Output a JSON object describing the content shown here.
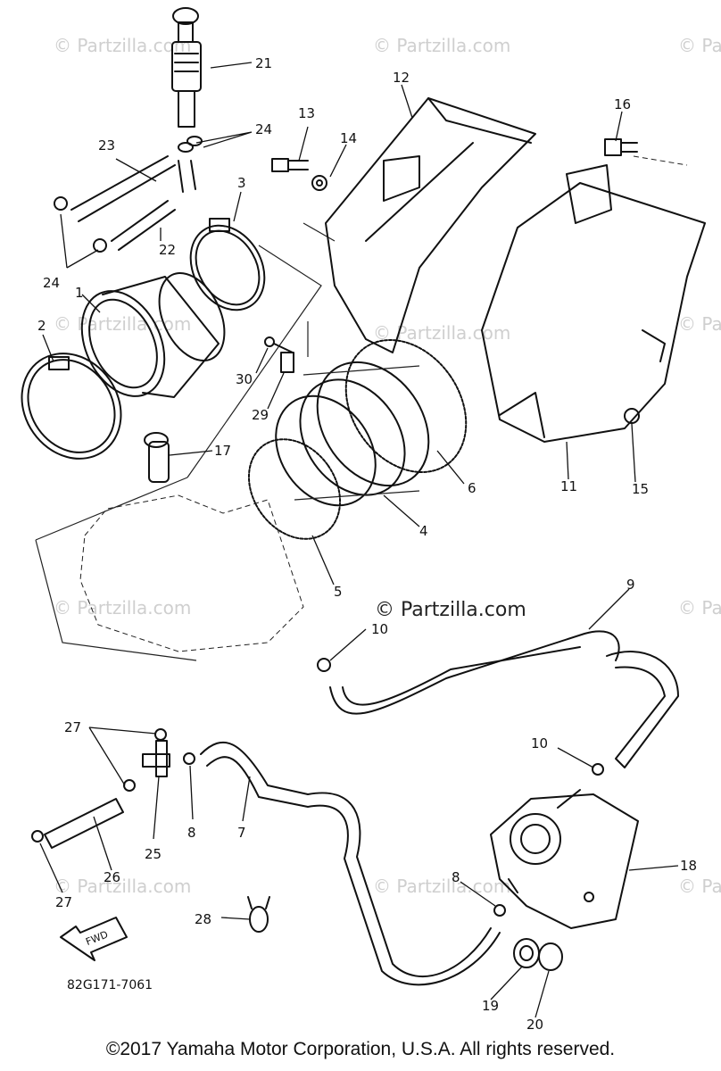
{
  "diagram": {
    "code": "82G171-7061",
    "fwd_label": "FWD",
    "watermark": "© Partzilla.com",
    "watermark_center": "© Partzilla.com",
    "callouts": [
      "21",
      "24",
      "23",
      "22",
      "24",
      "3",
      "1",
      "2",
      "13",
      "14",
      "12",
      "16",
      "30",
      "29",
      "17",
      "6",
      "4",
      "5",
      "11",
      "15",
      "9",
      "10",
      "10",
      "27",
      "8",
      "7",
      "25",
      "26",
      "27",
      "8",
      "18",
      "28",
      "19",
      "20"
    ]
  },
  "footer": {
    "copyright": "©2017  Yamaha Motor Corporation, U.S.A. All rights reserved."
  }
}
